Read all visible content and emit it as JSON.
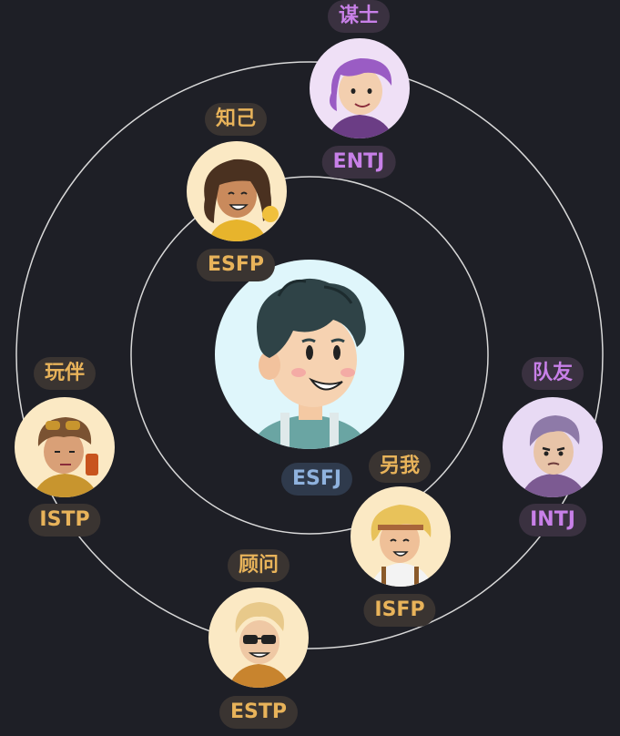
{
  "center": {
    "type": "ESFJ",
    "color": "#8fb2de"
  },
  "nodes": [
    {
      "id": "strategist",
      "role": "谋士",
      "type": "ENTJ",
      "theme": "purple",
      "accent": "#c880e8"
    },
    {
      "id": "confidant",
      "role": "知己",
      "type": "ESFP",
      "theme": "gold",
      "accent": "#e8b35a"
    },
    {
      "id": "playmate",
      "role": "玩伴",
      "type": "ISTP",
      "theme": "gold",
      "accent": "#e8b35a"
    },
    {
      "id": "teammate",
      "role": "队友",
      "type": "INTJ",
      "theme": "purple",
      "accent": "#c880e8"
    },
    {
      "id": "alter-ego",
      "role": "另我",
      "type": "ISFP",
      "theme": "gold",
      "accent": "#e8b35a"
    },
    {
      "id": "advisor",
      "role": "顾问",
      "type": "ESTP",
      "theme": "gold",
      "accent": "#e8b35a"
    }
  ],
  "colors": {
    "background": "#1e1f26",
    "orbit_line": "#d9d9d9",
    "gold_text": "#e8b35a",
    "purple_text": "#c880e8",
    "blue_text": "#8fb2de"
  }
}
